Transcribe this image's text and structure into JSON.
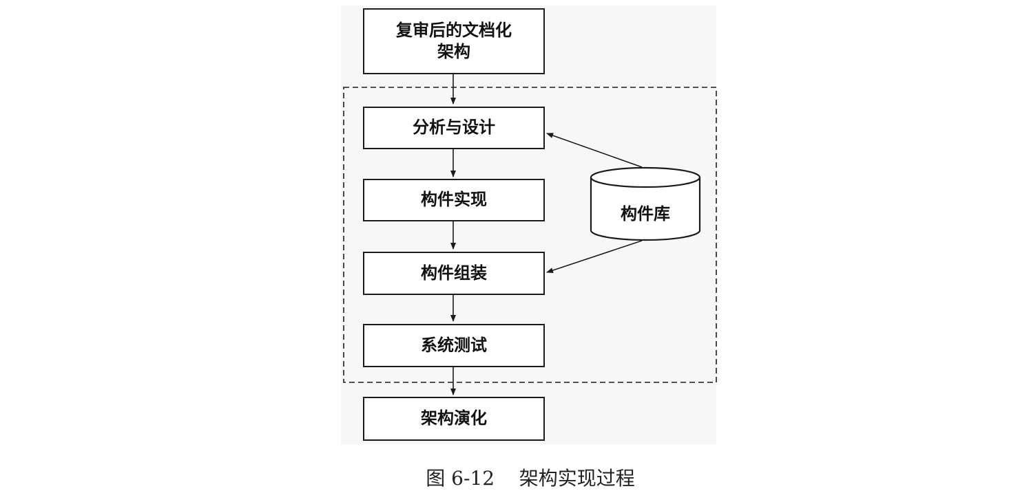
{
  "diagram": {
    "input_box": {
      "line1": "复审后的文档化",
      "line2": "架构"
    },
    "steps": [
      {
        "label": "分析与设计"
      },
      {
        "label": "构件实现"
      },
      {
        "label": "构件组装"
      },
      {
        "label": "系统测试"
      }
    ],
    "output_box": {
      "label": "架构演化"
    },
    "repository": {
      "label": "构件库"
    },
    "caption": "图 6-12    架构实现过程"
  },
  "colors": {
    "stroke": "#1a1a1a",
    "text": "#111111",
    "background": "#ffffff",
    "figure_background": "#f7f7f7"
  }
}
